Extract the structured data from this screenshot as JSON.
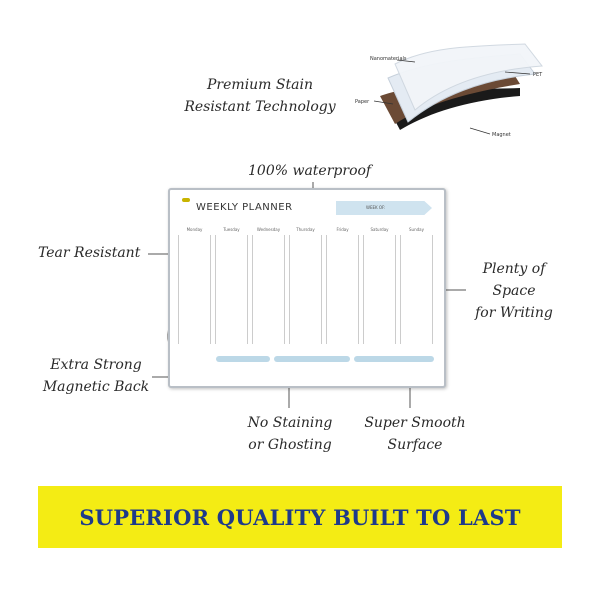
{
  "layers": {
    "nanomaterials": "Nanomaterials",
    "pet": "PET",
    "paper": "Paper",
    "magnet": "Magnet"
  },
  "features": {
    "stain": [
      "Premium Stain",
      "Resistant Technology"
    ],
    "waterproof": "100% waterproof",
    "tear": "Tear Resistant",
    "space": [
      "Plenty of",
      "Space",
      "for Writing"
    ],
    "magnetic": [
      "Extra Strong",
      "Magnetic Back"
    ],
    "staining": [
      "No Staining",
      "or Ghosting"
    ],
    "smooth": [
      "Super Smooth",
      "Surface"
    ]
  },
  "planner": {
    "title": "WEEKLY PLANNER",
    "week_of": "WEEK OF:",
    "days": [
      "Monday",
      "Tuesday",
      "Wednesday",
      "Thursday",
      "Friday",
      "Saturday",
      "Sunday"
    ]
  },
  "banner": {
    "text": "SUPERIOR QUALITY BUILT TO LAST"
  },
  "colors": {
    "banner_bg": "#f4ec14",
    "banner_text": "#1e3a8a",
    "accent_blue": "#cfe3ef"
  }
}
